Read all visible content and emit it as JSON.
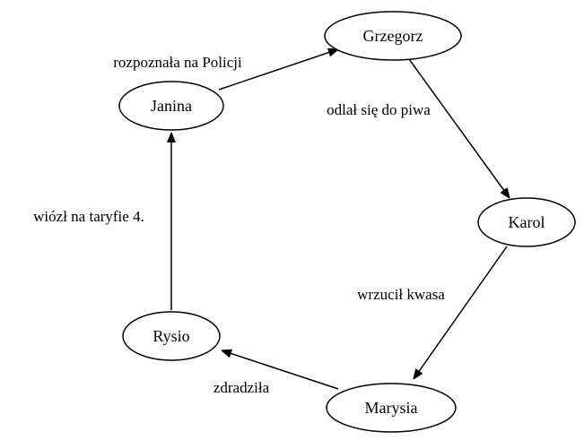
{
  "graph": {
    "nodes": [
      {
        "id": "grzegorz",
        "label": "Grzegorz"
      },
      {
        "id": "janina",
        "label": "Janina"
      },
      {
        "id": "karol",
        "label": "Karol"
      },
      {
        "id": "rysio",
        "label": "Rysio"
      },
      {
        "id": "marysia",
        "label": "Marysia"
      }
    ],
    "edges": [
      {
        "from": "janina",
        "to": "grzegorz",
        "label": "rozpoznała na Policji"
      },
      {
        "from": "grzegorz",
        "to": "karol",
        "label": "odlał się do piwa"
      },
      {
        "from": "karol",
        "to": "marysia",
        "label": "wrzucił kwasa"
      },
      {
        "from": "marysia",
        "to": "rysio",
        "label": "zdradziła"
      },
      {
        "from": "rysio",
        "to": "janina",
        "label": "wiózł na taryfie 4."
      }
    ]
  }
}
